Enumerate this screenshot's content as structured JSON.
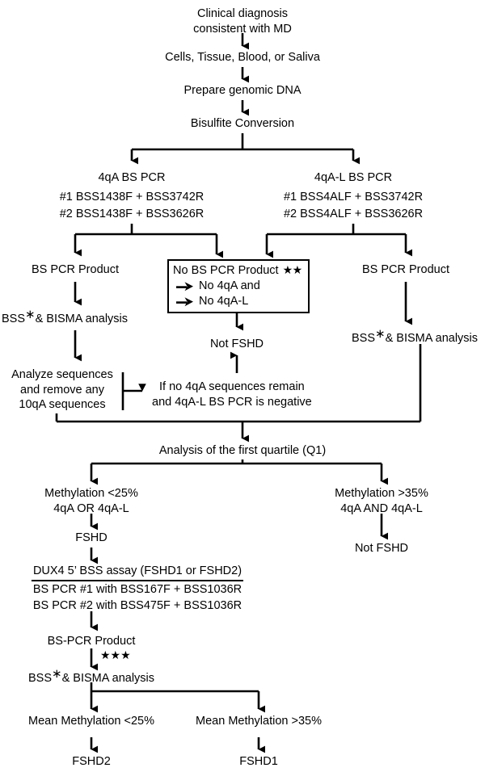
{
  "diagram": {
    "title": "FSHD molecular diagnostic BSS flowchart",
    "line_color": "#000000",
    "background": "#ffffff"
  },
  "nodes": {
    "clinical_diagnosis_l1": "Clinical diagnosis",
    "clinical_diagnosis_l2": "consistent with MD",
    "sample_types": "Cells, Tissue, Blood, or Saliva",
    "prepare_dna": "Prepare genomic DNA",
    "bisulfite_conversion": "Bisulfite Conversion",
    "pcr_left_title": "4qA BS PCR",
    "pcr_left_p1": "#1 BSS1438F + BSS3742R",
    "pcr_left_p2": "#2 BSS1438F + BSS3626R",
    "pcr_right_title": "4qA-L BS PCR",
    "pcr_right_p1": "#1 BSS4ALF + BSS3742R",
    "pcr_right_p2": "#2 BSS4ALF + BSS3626R",
    "bs_pcr_product_left": "BS PCR Product",
    "bs_pcr_product_right": "BS PCR Product",
    "no_product_title": "No BS PCR Product",
    "no_product_stars": "★★",
    "no_product_item1": "No 4qA and",
    "no_product_item2": "No 4qA-L",
    "bss_bisma_left_pre": "BSS",
    "bss_bisma_left_star": "∗",
    "bss_bisma_left_post": "& BISMA analysis",
    "bss_bisma_right_pre": "BSS",
    "bss_bisma_right_star": "∗",
    "bss_bisma_right_post": "& BISMA analysis",
    "not_fshd_mid": "Not FSHD",
    "analyze_l1": "Analyze sequences",
    "analyze_l2": "and remove any",
    "analyze_l3": "10qA  sequences",
    "condition_l1": "If no 4qA sequences remain",
    "condition_l2": "and 4qA-L BS PCR is negative",
    "q1_analysis": "Analysis of the first quartile (Q1)",
    "meth_low_l1": "Methylation <25%",
    "meth_low_l2": "4qA OR 4qA-L",
    "meth_high_l1": "Methylation >35%",
    "meth_high_l2": "4qA AND 4qA-L",
    "fshd": "FSHD",
    "not_fshd_right": "Not FSHD",
    "dux4_title": "DUX4 5’ BSS assay (FSHD1 or FSHD2)",
    "dux4_pcr1": "BS PCR #1 with BSS167F + BSS1036R",
    "dux4_pcr2": "BS PCR #2 with BSS475F + BSS1036R",
    "bs_pcr_product_dux4": "BS-PCR Product",
    "triple_star": "★★★",
    "bss_bisma_dux4_pre": "BSS",
    "bss_bisma_dux4_star": "∗",
    "bss_bisma_dux4_post": "& BISMA analysis",
    "mean_meth_low": "Mean Methylation <25%",
    "mean_meth_high": "Mean Methylation >35%",
    "fshd2": "FSHD2",
    "fshd1": "FSHD1"
  }
}
